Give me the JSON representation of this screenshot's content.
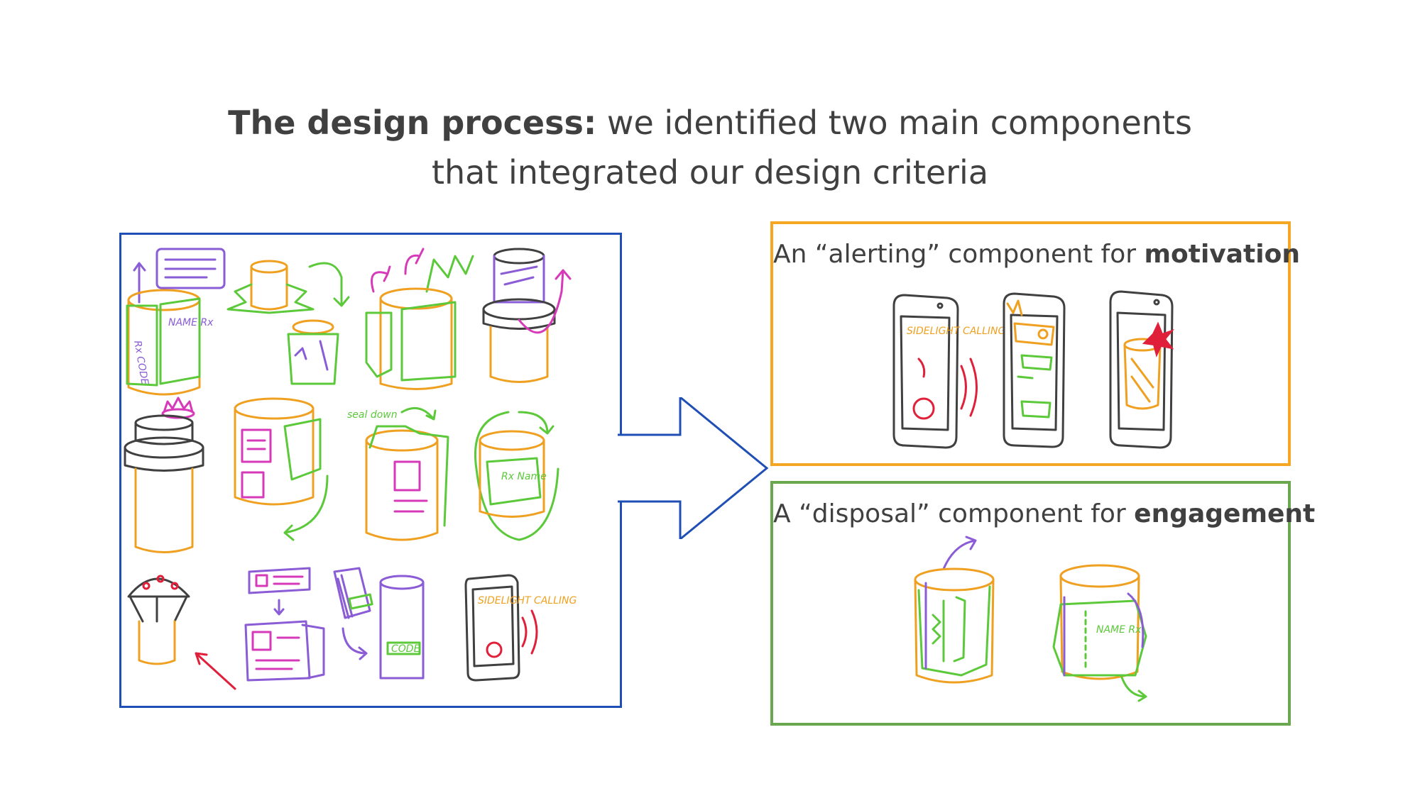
{
  "title": {
    "bold": "The design process:",
    "line1_rest": " we identified two main components",
    "line2": "that integrated our design criteria"
  },
  "alert_panel": {
    "heading_pre": "An “alerting” component for ",
    "heading_bold": "motivation"
  },
  "disposal_panel": {
    "heading_pre": "A “disposal” component for ",
    "heading_bold": "engagement"
  },
  "sketch_labels": {
    "rx_code": "Rx CODE",
    "name_rx": "NAME Rx",
    "seal_down": "seal down",
    "rx_name": "Rx Name",
    "code": "CODE",
    "sidelight_calling": "SIDELIGHT CALLING",
    "name_rx_short": "NAME Rx"
  },
  "colors": {
    "sketch_border": "#1f4fb5",
    "alert_border": "#f5a623",
    "disposal_border": "#6aa84f",
    "arrow": "#1f4fb5",
    "text": "#404040"
  },
  "icons": {
    "big_arrow": "right-arrow-icon"
  }
}
